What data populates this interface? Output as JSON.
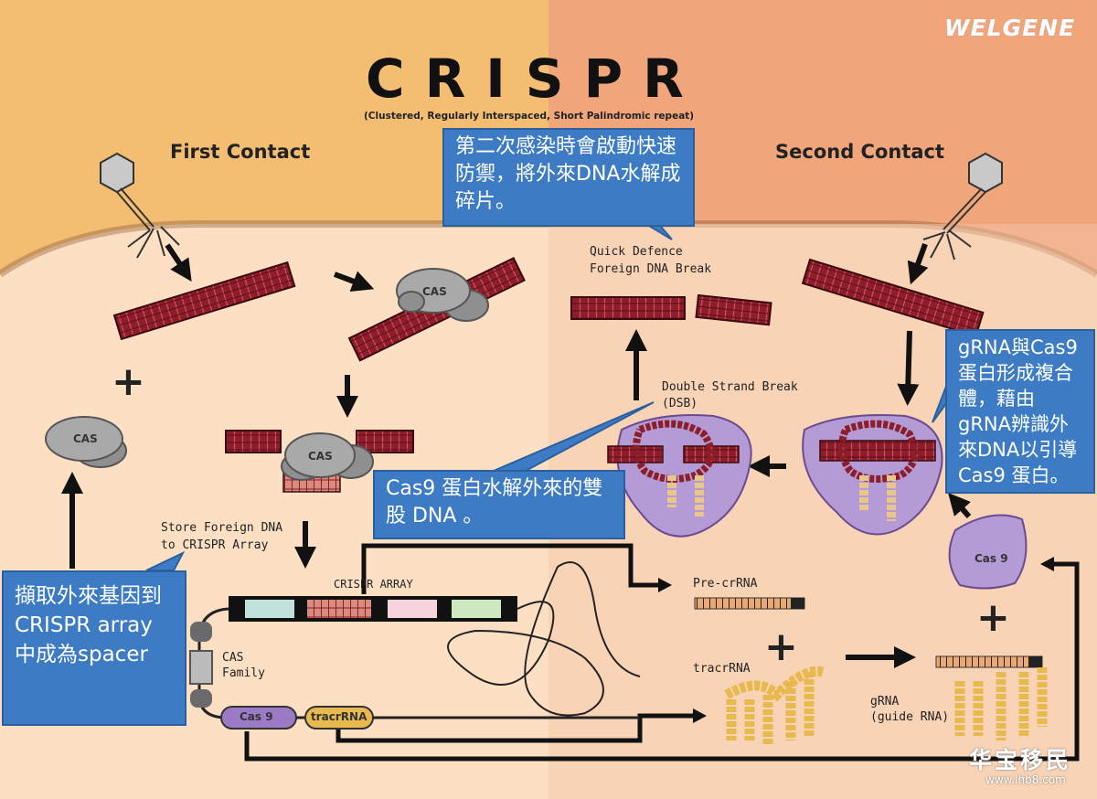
{
  "header": {
    "title": "CRISPR",
    "subtitle": "(Clustered, Regularly Interspaced, Short Palindromic repeat)",
    "brand": "WELGENE"
  },
  "columns": {
    "first_contact": "First Contact",
    "second_contact": "Second Contact"
  },
  "labels": {
    "quick_defence_line1": "Quick Defence",
    "quick_defence_line2": "Foreign DNA Break",
    "dsb_line1": "Double Strand Break",
    "dsb_line2": "(DSB)",
    "store_line1": "Store Foreign DNA",
    "store_line2": "to CRISPR Array",
    "crispr_array": "CRISPR ARRAY",
    "cas_family_line1": "CAS",
    "cas_family_line2": "Family",
    "pre_crrna": "Pre-crRNA",
    "tracrrna": "tracrRNA",
    "grna_line1": "gRNA",
    "grna_line2": "(guide RNA)",
    "cas9_gene": "Cas 9",
    "tracrrna_gene": "tracrRNA",
    "cas9_protein": "Cas 9",
    "cas": "CAS",
    "plus": "+"
  },
  "callouts": {
    "top": "第二次感染時會啟動快速防禦，將外來DNA水解成碎片。",
    "right": "gRNA與Cas9蛋白形成複合體，藉由gRNA辨識外來DNA以引導Cas9 蛋白。",
    "middle": "Cas9 蛋白水解外來的雙股 DNA 。",
    "left": "擷取外來基因到CRISPR array 中成為spacer"
  },
  "watermark": {
    "text": "华宝移民",
    "url": "www.lhb8.com"
  },
  "colors": {
    "bg_left": "#f3bd72",
    "bg_right": "#f1a57a",
    "cell": "#fde0c4",
    "dna": "#8b1e2a",
    "cas": "#8f8f8f",
    "cas9": "#b59bd6",
    "callout": "#3d7cc4",
    "spacer_teal": "#bfe3dc",
    "spacer_pink": "#f7d3dc",
    "spacer_green": "#cfe7c0"
  }
}
